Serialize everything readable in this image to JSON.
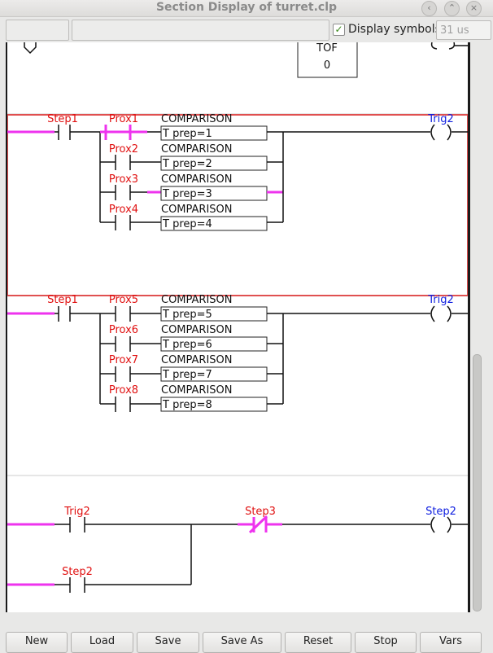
{
  "window": {
    "title": "Section Display of turret.clp"
  },
  "toolbar": {
    "display_symbols_label": "Display symbols",
    "display_symbols_checked": true,
    "scan_time": "31 us"
  },
  "colors": {
    "active_power": "#ee33ee",
    "contact_label": "#e01010",
    "coil_label": "#1020e0",
    "selected_rung_border": "#e05050"
  },
  "ladder": {
    "partial_top_rung": {
      "block_type": "TOF",
      "block_value": "0"
    },
    "rung1": {
      "first_contact": "Step1",
      "branches": [
        {
          "contact": "Prox1",
          "block": "COMPARISON",
          "expr": "T prep=1"
        },
        {
          "contact": "Prox2",
          "block": "COMPARISON",
          "expr": "T prep=2"
        },
        {
          "contact": "Prox3",
          "block": "COMPARISON",
          "expr": "T prep=3"
        },
        {
          "contact": "Prox4",
          "block": "COMPARISON",
          "expr": "T prep=4"
        }
      ],
      "coil": "Trig2"
    },
    "rung2": {
      "first_contact": "Step1",
      "branches": [
        {
          "contact": "Prox5",
          "block": "COMPARISON",
          "expr": "T prep=5"
        },
        {
          "contact": "Prox6",
          "block": "COMPARISON",
          "expr": "T prep=6"
        },
        {
          "contact": "Prox7",
          "block": "COMPARISON",
          "expr": "T prep=7"
        },
        {
          "contact": "Prox8",
          "block": "COMPARISON",
          "expr": "T prep=8"
        }
      ],
      "coil": "Trig2"
    },
    "rung3": {
      "contact_a": "Trig2",
      "contact_b": "Step2",
      "nc_contact": "Step3",
      "coil": "Step2"
    }
  },
  "buttons": {
    "new": "New",
    "load": "Load",
    "save": "Save",
    "save_as": "Save As",
    "reset": "Reset",
    "stop": "Stop",
    "vars": "Vars"
  }
}
